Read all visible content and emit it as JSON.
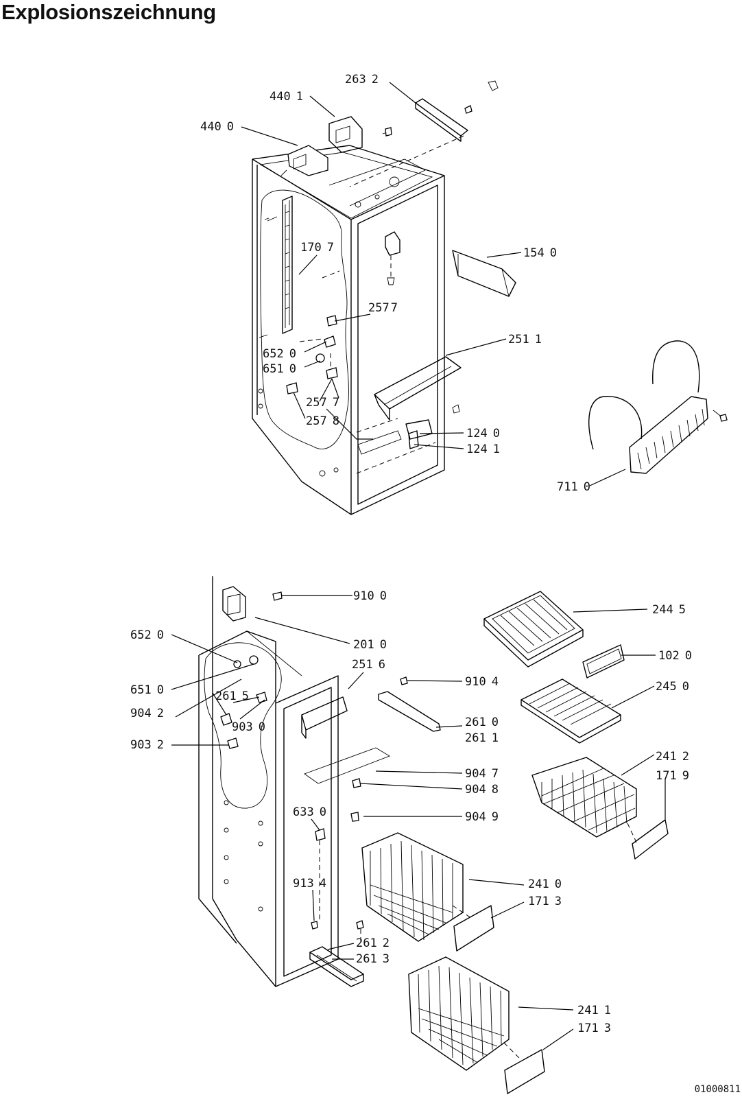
{
  "title": "Explosionszeichnung",
  "document_number": "01000811",
  "colors": {
    "ink": "#000000",
    "background": "#ffffff"
  },
  "upper_labels": [
    {
      "part": "440",
      "idx": "1"
    },
    {
      "part": "263",
      "idx": "2"
    },
    {
      "part": "440",
      "idx": "0"
    },
    {
      "part": "170",
      "idx": "7"
    },
    {
      "part": "154",
      "idx": "0"
    },
    {
      "part": "257",
      "idx": "7"
    },
    {
      "part": "251",
      "idx": "1"
    },
    {
      "part": "652",
      "idx": "0"
    },
    {
      "part": "651",
      "idx": "0"
    },
    {
      "part": "257",
      "idx": "7"
    },
    {
      "part": "257",
      "idx": "8"
    },
    {
      "part": "124",
      "idx": "0"
    },
    {
      "part": "124",
      "idx": "1"
    },
    {
      "part": "711",
      "idx": "0"
    }
  ],
  "lower_labels": [
    {
      "part": "910",
      "idx": "0"
    },
    {
      "part": "244",
      "idx": "5"
    },
    {
      "part": "652",
      "idx": "0"
    },
    {
      "part": "201",
      "idx": "0"
    },
    {
      "part": "102",
      "idx": "0"
    },
    {
      "part": "251",
      "idx": "6"
    },
    {
      "part": "910",
      "idx": "4"
    },
    {
      "part": "651",
      "idx": "0"
    },
    {
      "part": "245",
      "idx": "0"
    },
    {
      "part": "261",
      "idx": "5"
    },
    {
      "part": "904",
      "idx": "2"
    },
    {
      "part": "261",
      "idx": "0"
    },
    {
      "part": "903",
      "idx": "0"
    },
    {
      "part": "261",
      "idx": "1"
    },
    {
      "part": "903",
      "idx": "2"
    },
    {
      "part": "241",
      "idx": "2"
    },
    {
      "part": "904",
      "idx": "7"
    },
    {
      "part": "171",
      "idx": "9"
    },
    {
      "part": "904",
      "idx": "8"
    },
    {
      "part": "633",
      "idx": "0"
    },
    {
      "part": "904",
      "idx": "9"
    },
    {
      "part": "241",
      "idx": "0"
    },
    {
      "part": "913",
      "idx": "4"
    },
    {
      "part": "171",
      "idx": "3"
    },
    {
      "part": "261",
      "idx": "2"
    },
    {
      "part": "261",
      "idx": "3"
    },
    {
      "part": "241",
      "idx": "1"
    },
    {
      "part": "171",
      "idx": "3"
    }
  ]
}
